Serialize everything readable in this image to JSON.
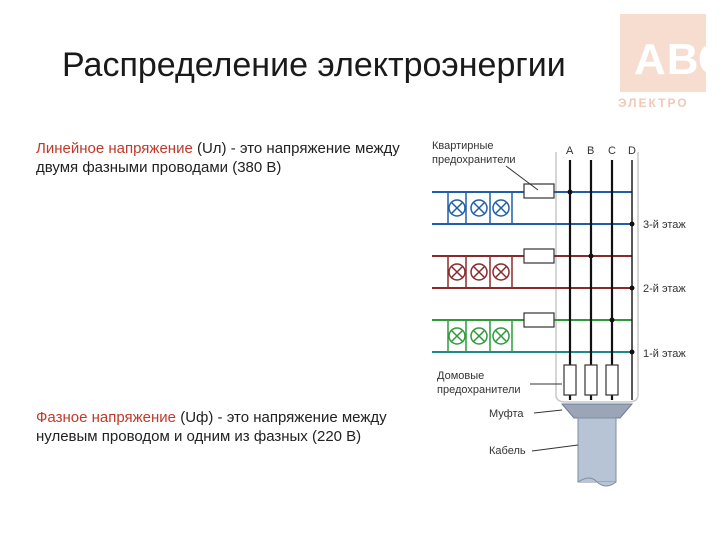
{
  "logo": {
    "letters": "АВС",
    "subtitle": "ЭЛЕКТРО"
  },
  "title": "Распределение электроэнергии",
  "line_voltage": {
    "lead": "Линейное напряжение",
    "symbol": " (Uл)",
    "rest": " - это напряжение между двумя фазными проводами (380 В)"
  },
  "phase_voltage": {
    "lead": "Фазное напряжение",
    "symbol": " (Uф)",
    "rest": " - это напряжение между нулевым проводом и одним из фазных (220 В)"
  },
  "diagram": {
    "label_apartment_fuses_1": "Квартирные",
    "label_apartment_fuses_2": "предохранители",
    "phase_a": "A",
    "phase_b": "B",
    "phase_c": "C",
    "phase_d": "D",
    "floor_3": "3-й этаж",
    "floor_2": "2-й этаж",
    "floor_1": "1-й этаж",
    "label_house_fuses_1": "Домовые",
    "label_house_fuses_2": "предохранители",
    "label_coupling": "Муфта",
    "label_cable": "Кабель",
    "colors": {
      "blue": "#1f5fa8",
      "red": "#8b2a2a",
      "green": "#2e9a3a",
      "teal": "#1f8a8a"
    }
  }
}
